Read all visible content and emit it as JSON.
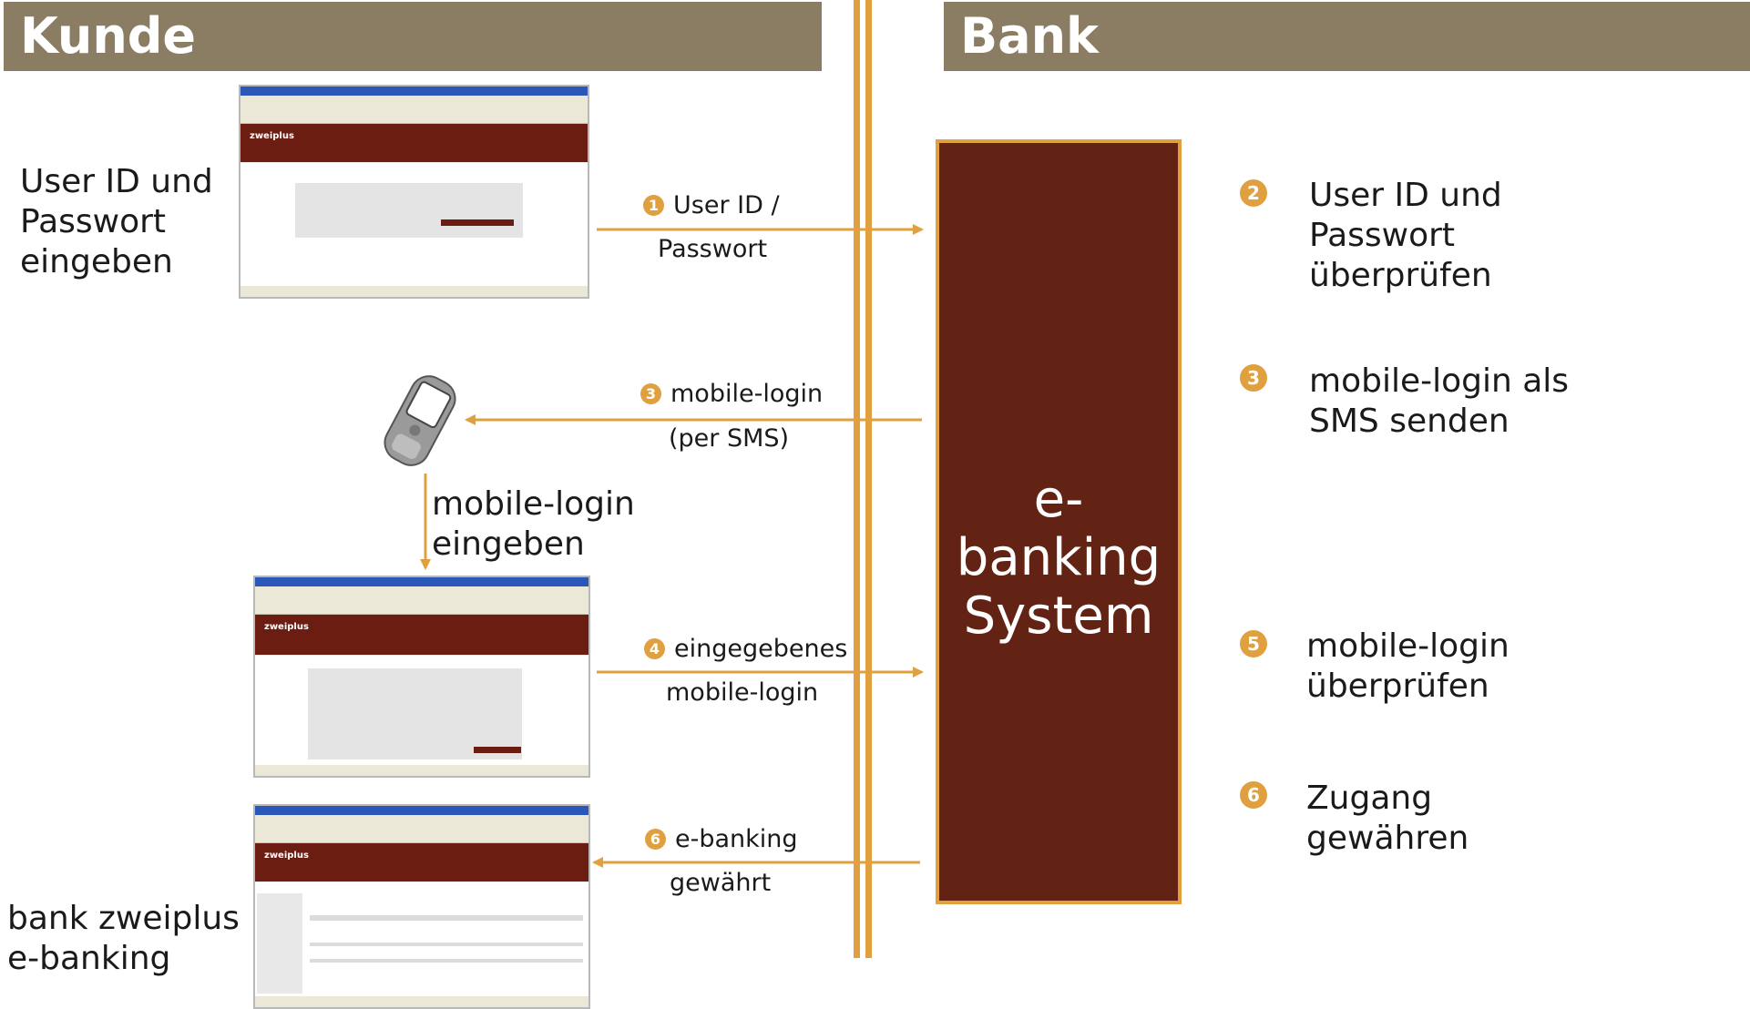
{
  "headers": {
    "left": "Kunde",
    "right": "Bank"
  },
  "system": {
    "line1": "e-banking",
    "line2": "System"
  },
  "left_texts": {
    "step1": "User ID und\nPasswort\neingeben",
    "mobile": "mobile-login\neingeben",
    "final": "bank zweiplus\ne-banking"
  },
  "flows": [
    {
      "num": "1",
      "line1": "User ID /",
      "line2": "Passwort"
    },
    {
      "num": "3",
      "line1": "mobile-login",
      "line2": "(per SMS)"
    },
    {
      "num": "4",
      "line1": "eingegebenes",
      "line2": "mobile-login"
    },
    {
      "num": "6",
      "line1": "e-banking",
      "line2": "gewährt"
    }
  ],
  "bank_steps": [
    {
      "num": "2",
      "text": "User ID und\nPasswort\nüberprüfen"
    },
    {
      "num": "3",
      "text": "mobile-login als\nSMS senden"
    },
    {
      "num": "5",
      "text": "mobile-login\nüberprüfen"
    },
    {
      "num": "6",
      "text": "Zugang\ngewähren"
    }
  ],
  "browser_brand": "zweiplus",
  "colors": {
    "header": "#8b7d63",
    "accent": "#e0a040",
    "system": "#632314"
  }
}
